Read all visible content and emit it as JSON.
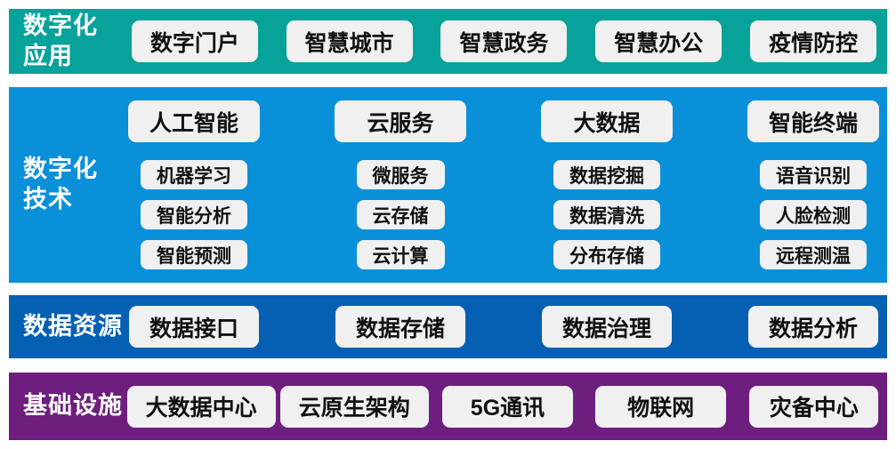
{
  "layers": {
    "applications": {
      "label": "数字化\n应用",
      "color": "#07A29A",
      "items": [
        "数字门户",
        "智慧城市",
        "智慧政务",
        "智慧办公",
        "疫情防控"
      ]
    },
    "technologies": {
      "label": "数字化\n技术",
      "color": "#0990D9",
      "rows": [
        [
          "人工智能",
          "云服务",
          "大数据",
          "智能终端"
        ],
        [
          "机器学习",
          "微服务",
          "数据挖掘",
          "语音识别"
        ],
        [
          "智能分析",
          "云存储",
          "数据清洗",
          "人脸检测"
        ],
        [
          "智能预测",
          "云计算",
          "分布存储",
          "远程测温"
        ]
      ]
    },
    "data_resources": {
      "label": "数据资源",
      "color": "#0560B4",
      "items": [
        "数据接口",
        "数据存储",
        "数据治理",
        "数据分析"
      ]
    },
    "infrastructure": {
      "label": "基础设施",
      "color": "#6E1E7E",
      "items": [
        "大数据中心",
        "云原生架构",
        "5G通讯",
        "物联网",
        "灾备中心"
      ]
    }
  },
  "box_style": {
    "background": "#F0F0F0",
    "text_color": "#111111"
  }
}
